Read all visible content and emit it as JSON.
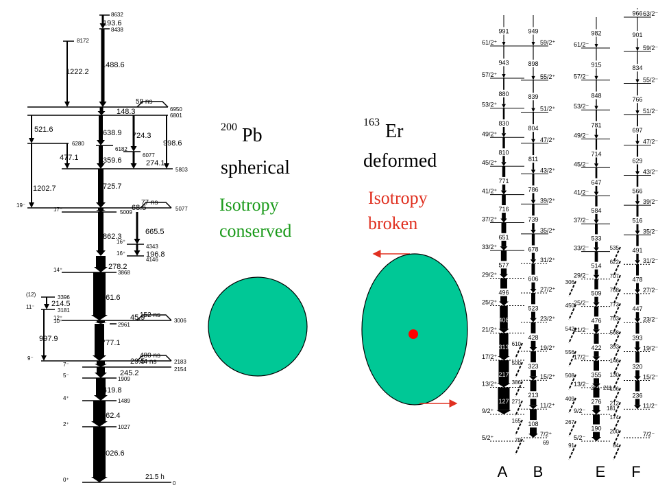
{
  "pb": {
    "nucleus_mass": "200",
    "nucleus_symbol": "Pb",
    "shape": "spherical",
    "note_line1": "Isotropy",
    "note_line2": "conserved",
    "levels": [
      {
        "energy": "8632"
      },
      {
        "energy": "8438"
      },
      {
        "energy": "8172"
      },
      {
        "energy": "6950",
        "lifetime": "58 ns"
      },
      {
        "energy": "6801"
      },
      {
        "energy": "6280"
      },
      {
        "energy": "6182"
      },
      {
        "energy": "6077"
      },
      {
        "energy": "5803"
      },
      {
        "energy": "5077",
        "spin": "19⁻",
        "lifetime": "77 ns"
      },
      {
        "energy": "5009",
        "spin": "17⁻"
      },
      {
        "energy": "4343",
        "spin": "16⁺"
      },
      {
        "energy": "4146",
        "spin": "16⁺"
      },
      {
        "energy": "3868",
        "spin": "14⁺"
      },
      {
        "energy": "3396",
        "spin": "(12)"
      },
      {
        "energy": "3181",
        "spin": "11⁻"
      },
      {
        "energy": "3006",
        "spin": "12⁺",
        "lifetime": "152 ns"
      },
      {
        "energy": "2961",
        "spin": "10⁺"
      },
      {
        "energy": "2183",
        "spin": "9⁻",
        "lifetime": "480 ns"
      },
      {
        "energy": "2154",
        "spin": "7⁻",
        "lifetime": "44 ns"
      },
      {
        "energy": "1909",
        "spin": "5⁻"
      },
      {
        "energy": "1489",
        "spin": "4⁺"
      },
      {
        "energy": "1027",
        "spin": "2⁺"
      },
      {
        "energy": "0",
        "spin": "0⁺",
        "lifetime": "21.5 h"
      }
    ],
    "transitions": [
      "193.6",
      "1488.6",
      "1222.2",
      "148.3",
      "638.9",
      "521.6",
      "724.3",
      "998.6",
      "477.1",
      "359.6",
      "274.1",
      "1202.7",
      "725.7",
      "68.5",
      "862.3",
      "665.5",
      "196.8",
      "278.2",
      "861.6",
      "214.5",
      "997.9",
      "45.9",
      "777.1",
      "29.5",
      "245.2",
      "419.8",
      "462.4",
      "1026.6"
    ]
  },
  "er": {
    "nucleus_mass": "163",
    "nucleus_symbol": "Er",
    "shape": "deformed",
    "note_line1": "Isotropy",
    "note_line2": "broken",
    "band_labels": [
      "A",
      "B",
      "E",
      "F"
    ],
    "band_a": {
      "gammas": [
        "991",
        "943",
        "880",
        "830",
        "810",
        "771",
        "716",
        "651",
        "577",
        "496",
        "408",
        "313",
        "217",
        "127"
      ],
      "spins": [
        "61/2⁺",
        "57/2⁺",
        "53/2⁺",
        "49/2⁺",
        "45/2⁺",
        "41/2⁺",
        "37/2⁺",
        "33/2⁺",
        "29/2⁺",
        "25/2⁺",
        "21/2⁺",
        "17/2⁺",
        "13/2⁺",
        "9/2⁺",
        "5/2⁺"
      ]
    },
    "band_b": {
      "gammas": [
        "949",
        "898",
        "839",
        "804",
        "811",
        "786",
        "739",
        "678",
        "606",
        "523",
        "428",
        "323",
        "213",
        "108"
      ],
      "spins": [
        "59/2⁺",
        "55/2⁺",
        "51/2⁺",
        "47/2⁺",
        "43/2⁺",
        "39/2⁺",
        "35/2⁺",
        "31/2⁺",
        "27/2⁺",
        "23/2⁺",
        "19/2⁺",
        "15/2⁺",
        "11/2⁺",
        "7/2⁺"
      ]
    },
    "band_e": {
      "gammas": [
        "982",
        "915",
        "848",
        "781",
        "714",
        "647",
        "584",
        "533",
        "514",
        "509",
        "476",
        "422",
        "355",
        "276",
        "190"
      ],
      "spins": [
        "61/2⁻",
        "57/2⁻",
        "53/2⁻",
        "49/2⁻",
        "45/2⁻",
        "41/2⁻",
        "37/2⁻",
        "33/2⁻",
        "29/2⁻",
        "25/2⁻",
        "21/2⁻",
        "17/2⁻",
        "13/2⁻",
        "9/2⁻",
        "5/2⁻"
      ]
    },
    "band_f": {
      "gammas": [
        "966",
        "901",
        "834",
        "766",
        "697",
        "629",
        "566",
        "516",
        "491",
        "478",
        "447",
        "393",
        "320",
        "236"
      ],
      "spins": [
        "63/2⁻",
        "59/2⁻",
        "55/2⁻",
        "51/2⁻",
        "47/2⁻",
        "43/2⁻",
        "39/2⁻",
        "35/2⁻",
        "31/2⁻",
        "27/2⁻",
        "23/2⁻",
        "19/2⁻",
        "15/2⁻",
        "11/2⁻",
        "7/2⁻"
      ]
    },
    "links_ab": [
      "610",
      "500",
      "386",
      "271",
      "165",
      "79"
    ],
    "links_be": [
      "306",
      "450",
      "542",
      "556",
      "508",
      "409",
      "267",
      "91"
    ],
    "links_ef": [
      "535",
      "622",
      "707",
      "768",
      "773",
      "703",
      "568",
      "393",
      "146",
      "130",
      "106",
      "212",
      "174",
      "200",
      "84"
    ],
    "misc_labels": [
      "261",
      "211",
      "181",
      "69"
    ]
  },
  "colors": {
    "shape_fill": "#00c896",
    "conserved_text": "#1a9a1a",
    "broken_text": "#e03020",
    "arrow": "#e03020",
    "dot": "#ff0000"
  }
}
